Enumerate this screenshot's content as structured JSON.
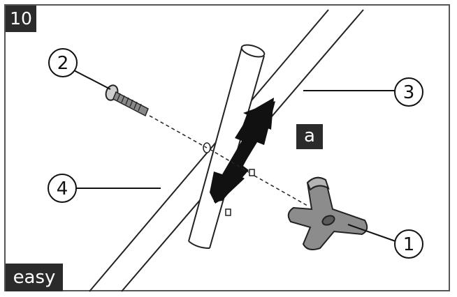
{
  "step": {
    "number": "10"
  },
  "difficulty": {
    "label": "easy"
  },
  "motion_label": "a",
  "callouts": [
    {
      "number": "1"
    },
    {
      "number": "2"
    },
    {
      "number": "3"
    },
    {
      "number": "4"
    }
  ],
  "colors": {
    "badge_bg": "#2b2b2b",
    "line": "#111111",
    "knob": "#8c8c8c"
  }
}
